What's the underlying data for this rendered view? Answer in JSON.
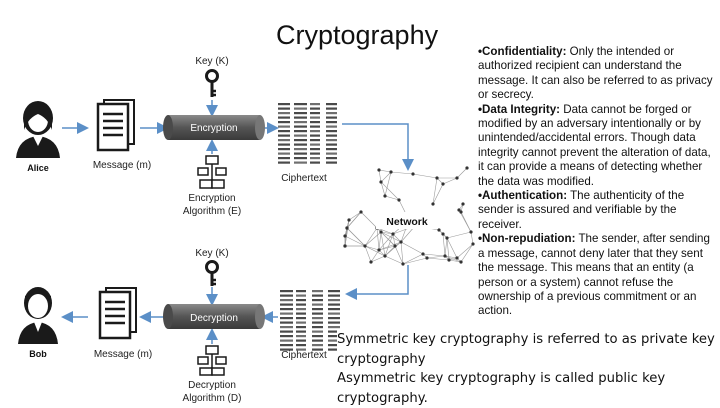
{
  "title": "Cryptography",
  "diagram": {
    "alice": "Alice",
    "bob": "Bob",
    "message_top": "Message (m)",
    "message_bottom": "Message (m)",
    "key_top": "Key (K)",
    "key_bottom": "Key (K)",
    "encryption": "Encryption",
    "decryption": "Decryption",
    "enc_algo_line1": "Encryption",
    "enc_algo_line2": "Algorithm (E)",
    "dec_algo_line1": "Decryption",
    "dec_algo_line2": "Algorithm (D)",
    "ciphertext_top": "Ciphertext",
    "ciphertext_bottom": "Ciphertext",
    "network": "Network"
  },
  "bullets": [
    {
      "term": "•Confidentiality:",
      "text": " Only the intended or authorized recipient can understand the message. It can also be referred to as privacy or secrecy."
    },
    {
      "term": "•Data Integrity:",
      "text": " Data cannot be forged or modified by an adversary intentionally or by unintended/accidental errors. Though data integrity cannot prevent the alteration of data, it can provide a means of detecting whether the data was modified."
    },
    {
      "term": "•Authentication:",
      "text": " The authenticity of the sender is assured and verifiable by the receiver."
    },
    {
      "term": "•Non-repudiation:",
      "text": " The sender, after sending a message, cannot deny later that they sent the message. This means that an entity (a person or a system) cannot refuse the ownership of a previous commitment or an action."
    }
  ],
  "notes": [
    "Symmetric key cryptography is referred to as private key cryptography",
    "Asymmetric key cryptography is called public key cryptography."
  ],
  "colors": {
    "arrow": "#5b8fc7",
    "pipe": "#5a5a5a",
    "icon": "#1a1a1a"
  }
}
